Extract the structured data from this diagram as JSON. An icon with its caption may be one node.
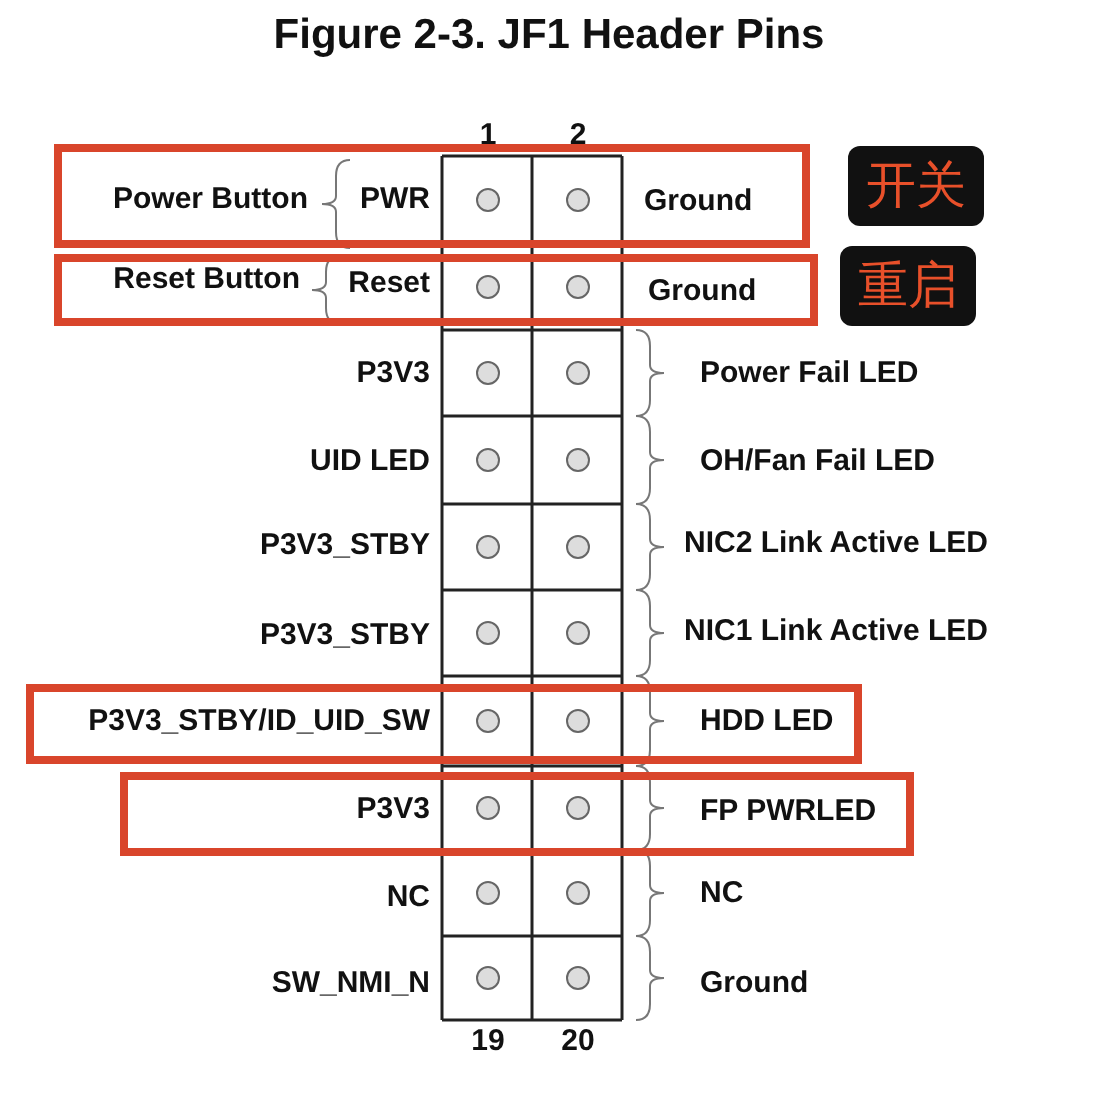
{
  "diagram": {
    "title": "Figure 2-3. JF1 Header Pins",
    "nodes": [
      {
        "text": [
          "Power Button",
          "PWR",
          "Ground"
        ]
      },
      {
        "text": [
          "开关"
        ]
      },
      {
        "text": [
          "Reset Button",
          "Reset",
          "Ground"
        ]
      },
      {
        "text": [
          "重启"
        ]
      },
      {
        "text": [
          "P3V3_STBY/ID_UID_SW",
          "HDD LED"
        ]
      },
      {
        "text": [
          "P3V3",
          "FP PWRLED"
        ]
      }
    ],
    "labels": [
      "1",
      "2",
      "P3V3",
      "Power Fail LED",
      "UID LED",
      "OH/Fan Fail LED",
      "P3V3_STBY",
      "NIC2 Link Active LED",
      "P3V3_STBY",
      "NIC1 Link Active LED",
      "NC",
      "NC",
      "SW_NMI_N",
      "Ground",
      "19",
      "20"
    ]
  }
}
